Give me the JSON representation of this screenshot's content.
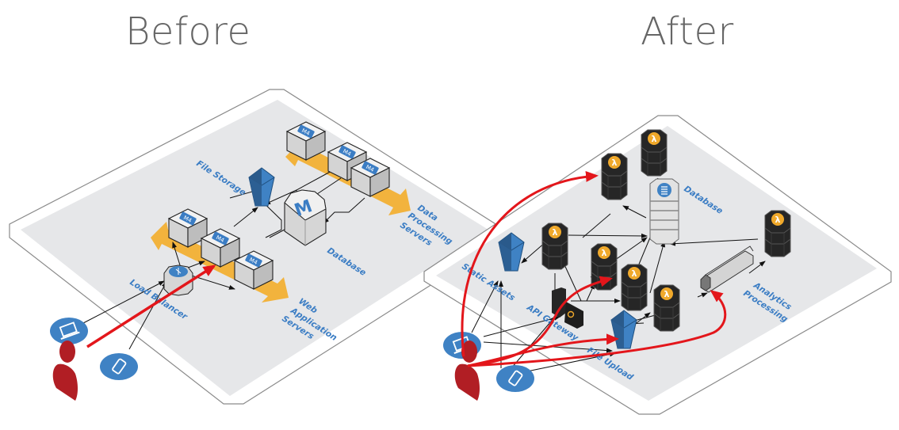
{
  "titles": {
    "before": "Before",
    "after": "After"
  },
  "colors": {
    "title_text": "#666666",
    "platform_fill": "#e6e7e9",
    "platform_border": "#8a8a8a",
    "label_blue": "#3b7dc4",
    "device_circle": "#3f82c4",
    "user_red": "#b11e24",
    "flow_red": "#e3161b",
    "scaling_arrow_orange": "#f2b33d",
    "server_grey": "#d9d9d9",
    "lambda_black": "#262626",
    "lambda_orange": "#f0a92b",
    "bucket_blue": "#3b7dc4"
  },
  "before": {
    "labels": {
      "file_storage": "File Storage",
      "database": "Database",
      "data_processing": [
        "Data",
        "Processing",
        "Servers"
      ],
      "web_app": [
        "Web",
        "Application",
        "Servers"
      ],
      "load_balancer": "Load Balancer"
    },
    "server_badge": "M4",
    "database_badge": "M",
    "icons": [
      "laptop-icon",
      "mobile-icon",
      "user-icon",
      "load-balancer-icon",
      "bucket-icon",
      "database-icon",
      "server-icon"
    ]
  },
  "after": {
    "labels": {
      "database": "Database",
      "static_assets": "Static Assets",
      "api_gateway": "API Gateway",
      "file_upload": "File Upload",
      "analytics": [
        "Analytics",
        "Processing"
      ]
    },
    "lambda_glyph": "λ",
    "icons": [
      "laptop-icon",
      "mobile-icon",
      "user-icon",
      "lambda-icon",
      "bucket-icon",
      "dynamodb-icon",
      "api-gateway-icon",
      "kinesis-icon"
    ]
  }
}
